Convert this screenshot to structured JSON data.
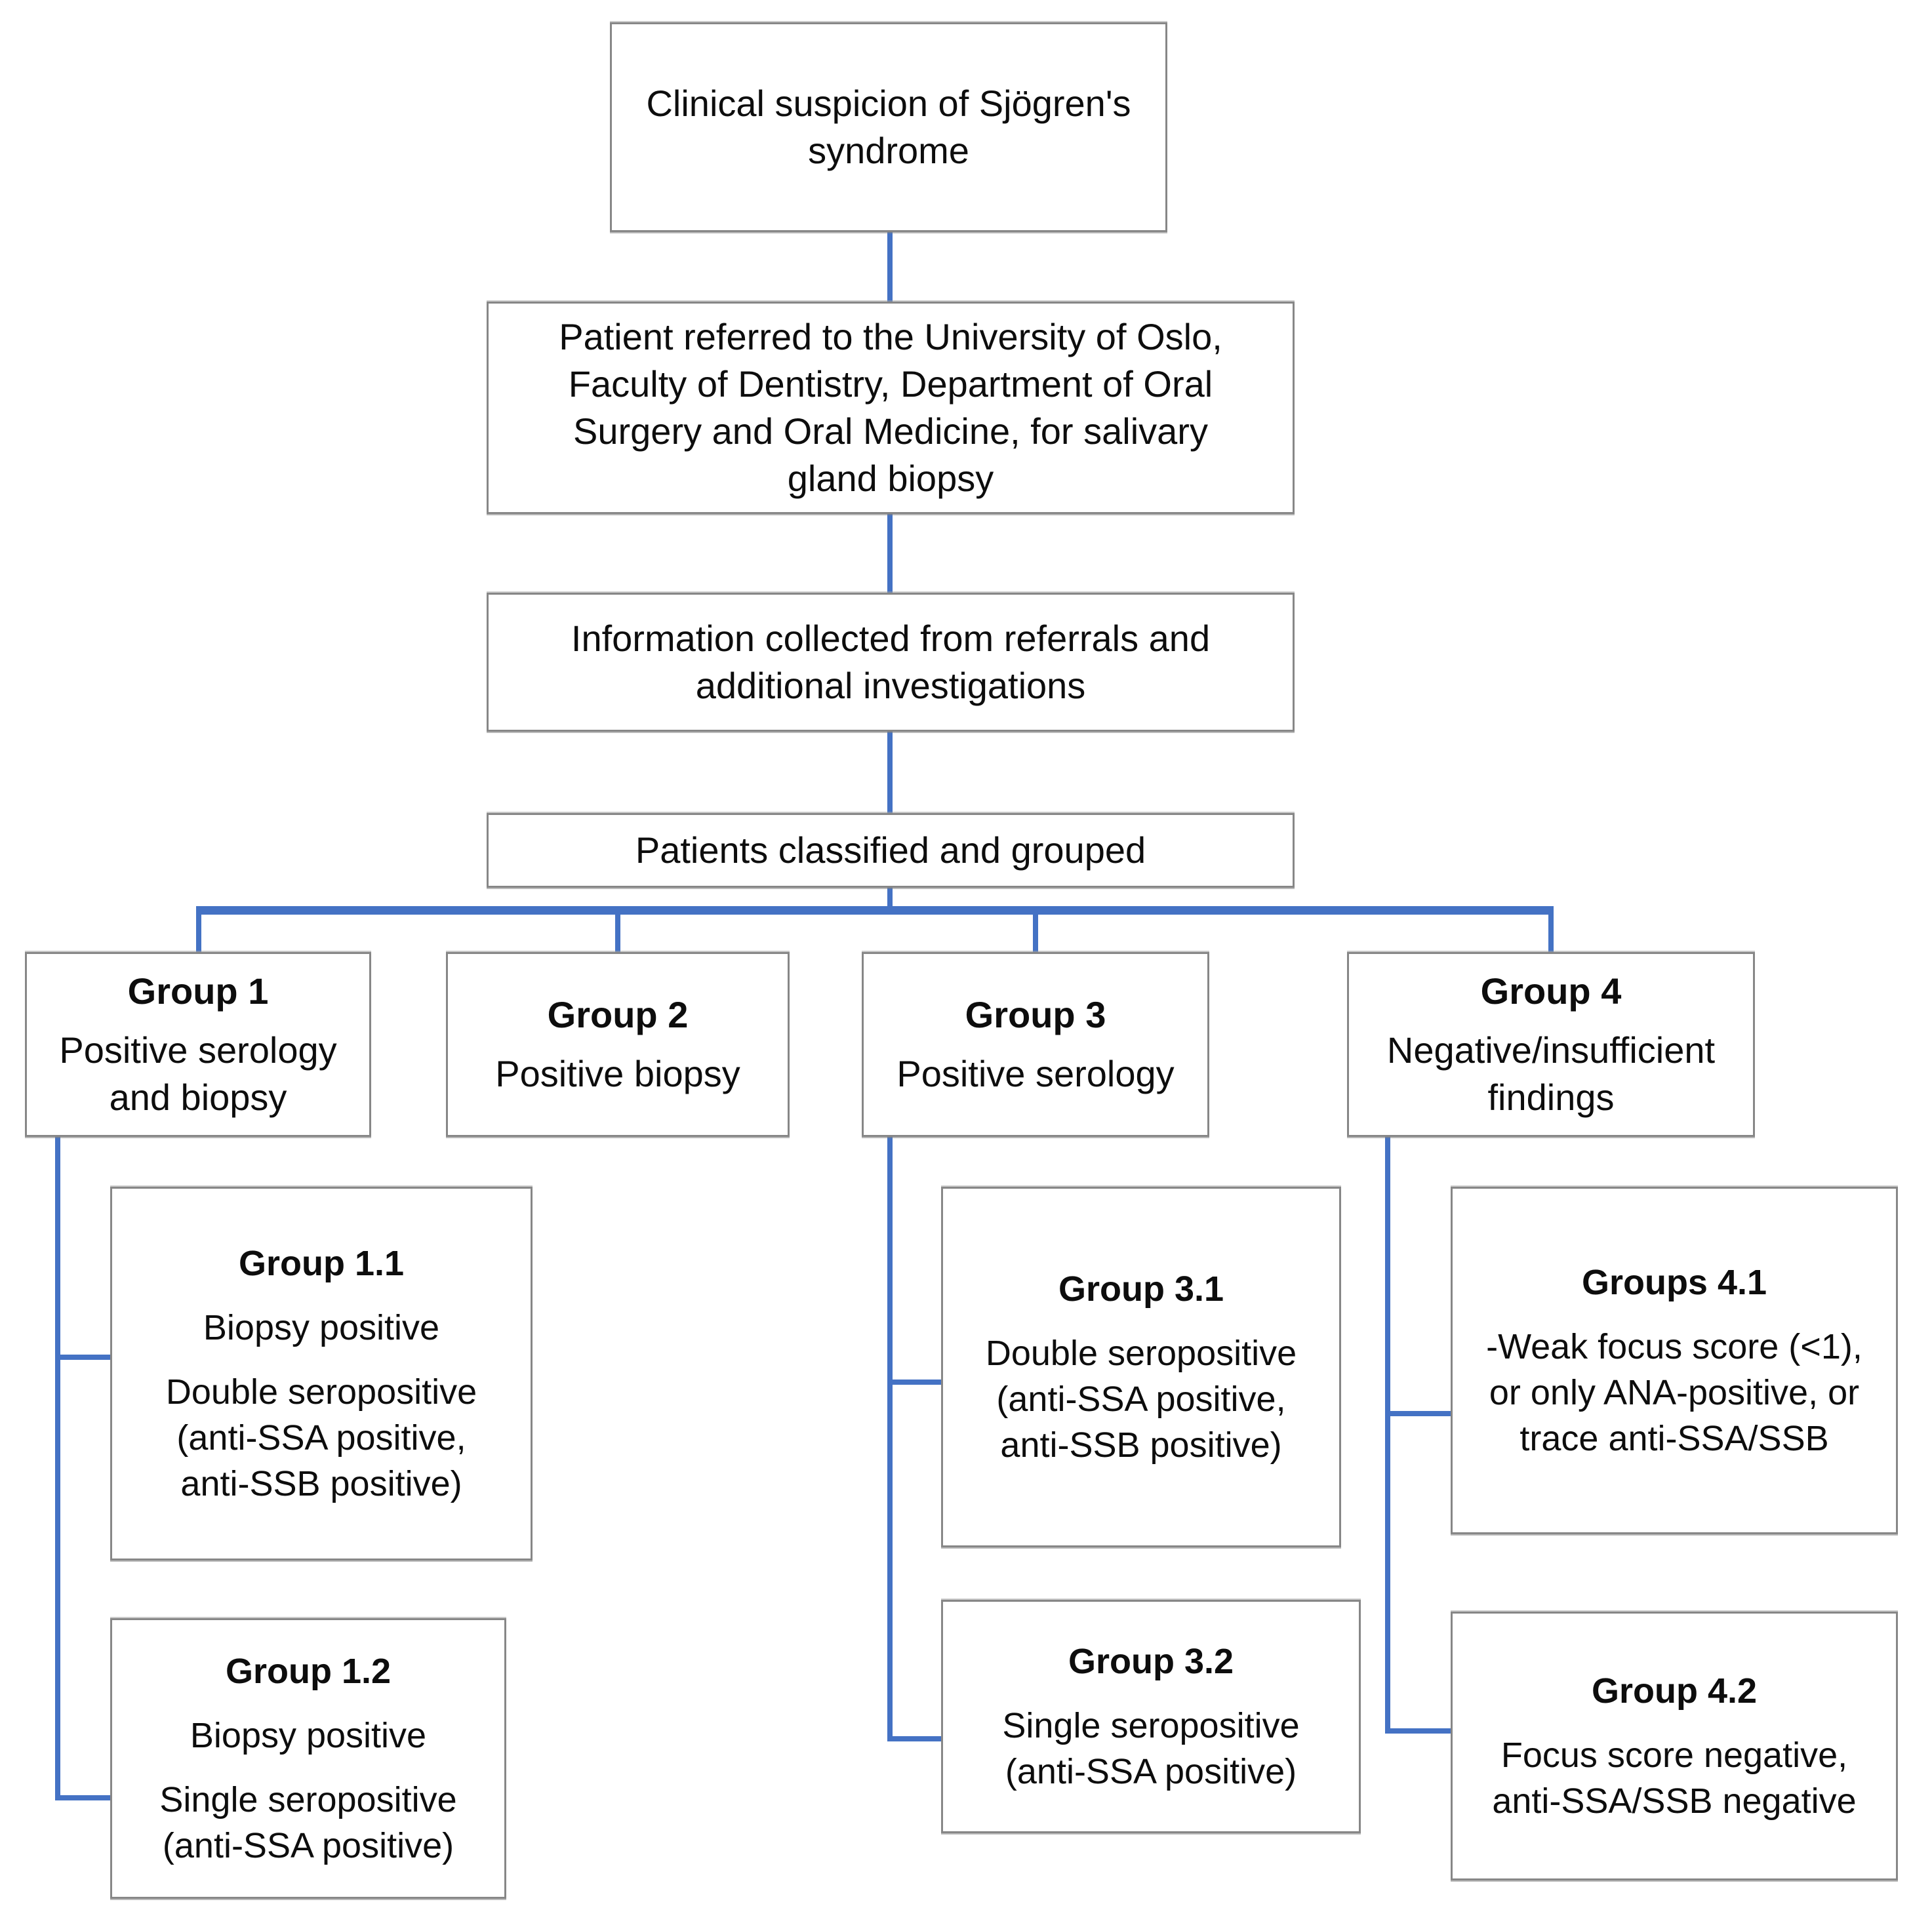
{
  "diagram": {
    "type": "flowchart",
    "topic": "Classification of patients with clinical suspicion of Sjögren's syndrome",
    "colors": {
      "connector_blue": "#4472c4",
      "box_border_gray": "#878787",
      "background": "#ffffff",
      "text": "#0d0d0d"
    },
    "nodes": {
      "clinical": {
        "lines": [
          "Clinical suspicion of Sjögren's",
          "syndrome"
        ]
      },
      "referral": {
        "lines": [
          "Patient referred to the University of Oslo,",
          "Faculty of Dentistry, Department of Oral",
          "Surgery and Oral Medicine, for salivary",
          "gland biopsy"
        ]
      },
      "info": {
        "lines": [
          "Information collected from referrals and",
          "additional investigations"
        ]
      },
      "classified": {
        "lines": [
          "Patients classified and grouped"
        ]
      },
      "group1": {
        "title": "Group 1",
        "lines": [
          "Positive serology",
          "and biopsy"
        ]
      },
      "group2": {
        "title": "Group 2",
        "lines": [
          "Positive biopsy"
        ]
      },
      "group3": {
        "title": "Group 3",
        "lines": [
          "Positive serology"
        ]
      },
      "group4": {
        "title": "Group 4",
        "lines": [
          "Negative/insufficient",
          "findings"
        ]
      },
      "group1_1": {
        "title": "Group 1.1",
        "para1": [
          "Biopsy positive"
        ],
        "para2": [
          "Double seropositive",
          "(anti-SSA positive,",
          "anti-SSB positive)"
        ]
      },
      "group1_2": {
        "title": "Group 1.2",
        "para1": [
          "Biopsy positive"
        ],
        "para2": [
          "Single seropositive",
          "(anti-SSA positive)"
        ]
      },
      "group3_1": {
        "title": "Group 3.1",
        "para1": [
          "Double seropositive",
          "(anti-SSA positive,",
          "anti-SSB positive)"
        ]
      },
      "group3_2": {
        "title": "Group 3.2",
        "para1": [
          "Single seropositive",
          "(anti-SSA positive)"
        ]
      },
      "group4_1": {
        "title": "Groups 4.1",
        "para1": [
          "-Weak focus score (<1),",
          "or only ANA-positive, or",
          "trace anti-SSA/SSB"
        ]
      },
      "group4_2": {
        "title": "Group 4.2",
        "para1": [
          "Focus score negative,",
          "anti-SSA/SSB negative"
        ]
      }
    }
  }
}
